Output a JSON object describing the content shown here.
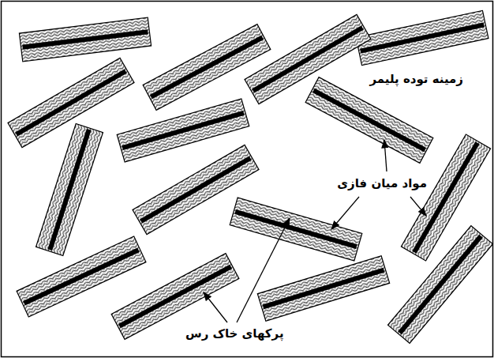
{
  "diagram": {
    "labels": [
      "زمینه توده پلیمر",
      "مواد میان فازی",
      "پرکهای خاک رس"
    ]
  }
}
